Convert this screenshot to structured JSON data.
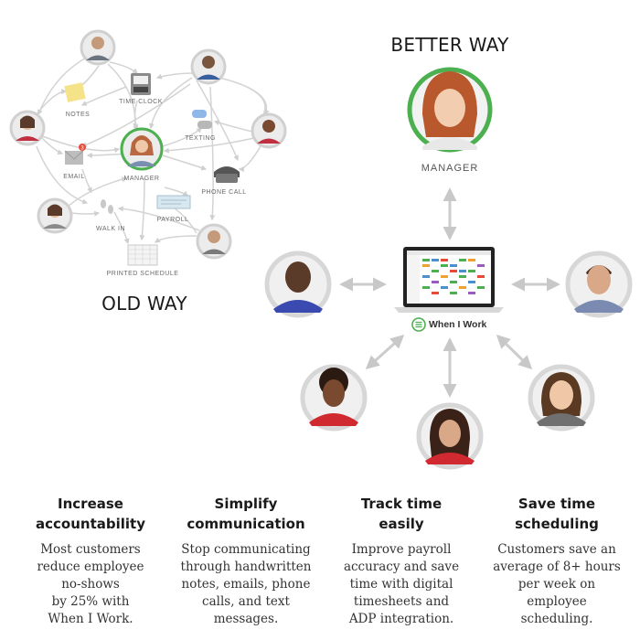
{
  "old_way": {
    "title": "OLD WAY",
    "labels": {
      "notes": "NOTES",
      "time_clock": "TIME CLOCK",
      "texting": "TEXTING",
      "email": "EMAIL",
      "manager": "MANAGER",
      "phone_call": "PHONE CALL",
      "payroll": "PAYROLL",
      "walk_in": "WALK IN",
      "printed_schedule": "PRINTED SCHEDULE"
    },
    "email_badge": "3"
  },
  "better_way": {
    "title": "BETTER WAY",
    "manager_label": "MANAGER",
    "brand": "When I Work"
  },
  "colors": {
    "manager_ring": "#4caf50",
    "employee_ring": "#d7d7d7",
    "arrow": "#c8c8c8",
    "brand_green": "#4caf50"
  },
  "features": [
    {
      "title": [
        "Increase",
        "accountability"
      ],
      "body": [
        "Most customers",
        "reduce employee",
        "no-shows",
        "by 25% with",
        "When I Work."
      ]
    },
    {
      "title": [
        "Simplify",
        "communication"
      ],
      "body": [
        "Stop communicating",
        "through handwritten",
        "notes, emails, phone",
        "calls, and text",
        "messages."
      ]
    },
    {
      "title": [
        "Track time",
        "easily"
      ],
      "body": [
        "Improve payroll",
        "accuracy and save",
        "time with digital",
        "timesheets and",
        "ADP integration."
      ]
    },
    {
      "title": [
        "Save time",
        "scheduling"
      ],
      "body": [
        "Customers save an",
        "average of 8+ hours",
        "per week on",
        "employee",
        "scheduling."
      ]
    }
  ]
}
